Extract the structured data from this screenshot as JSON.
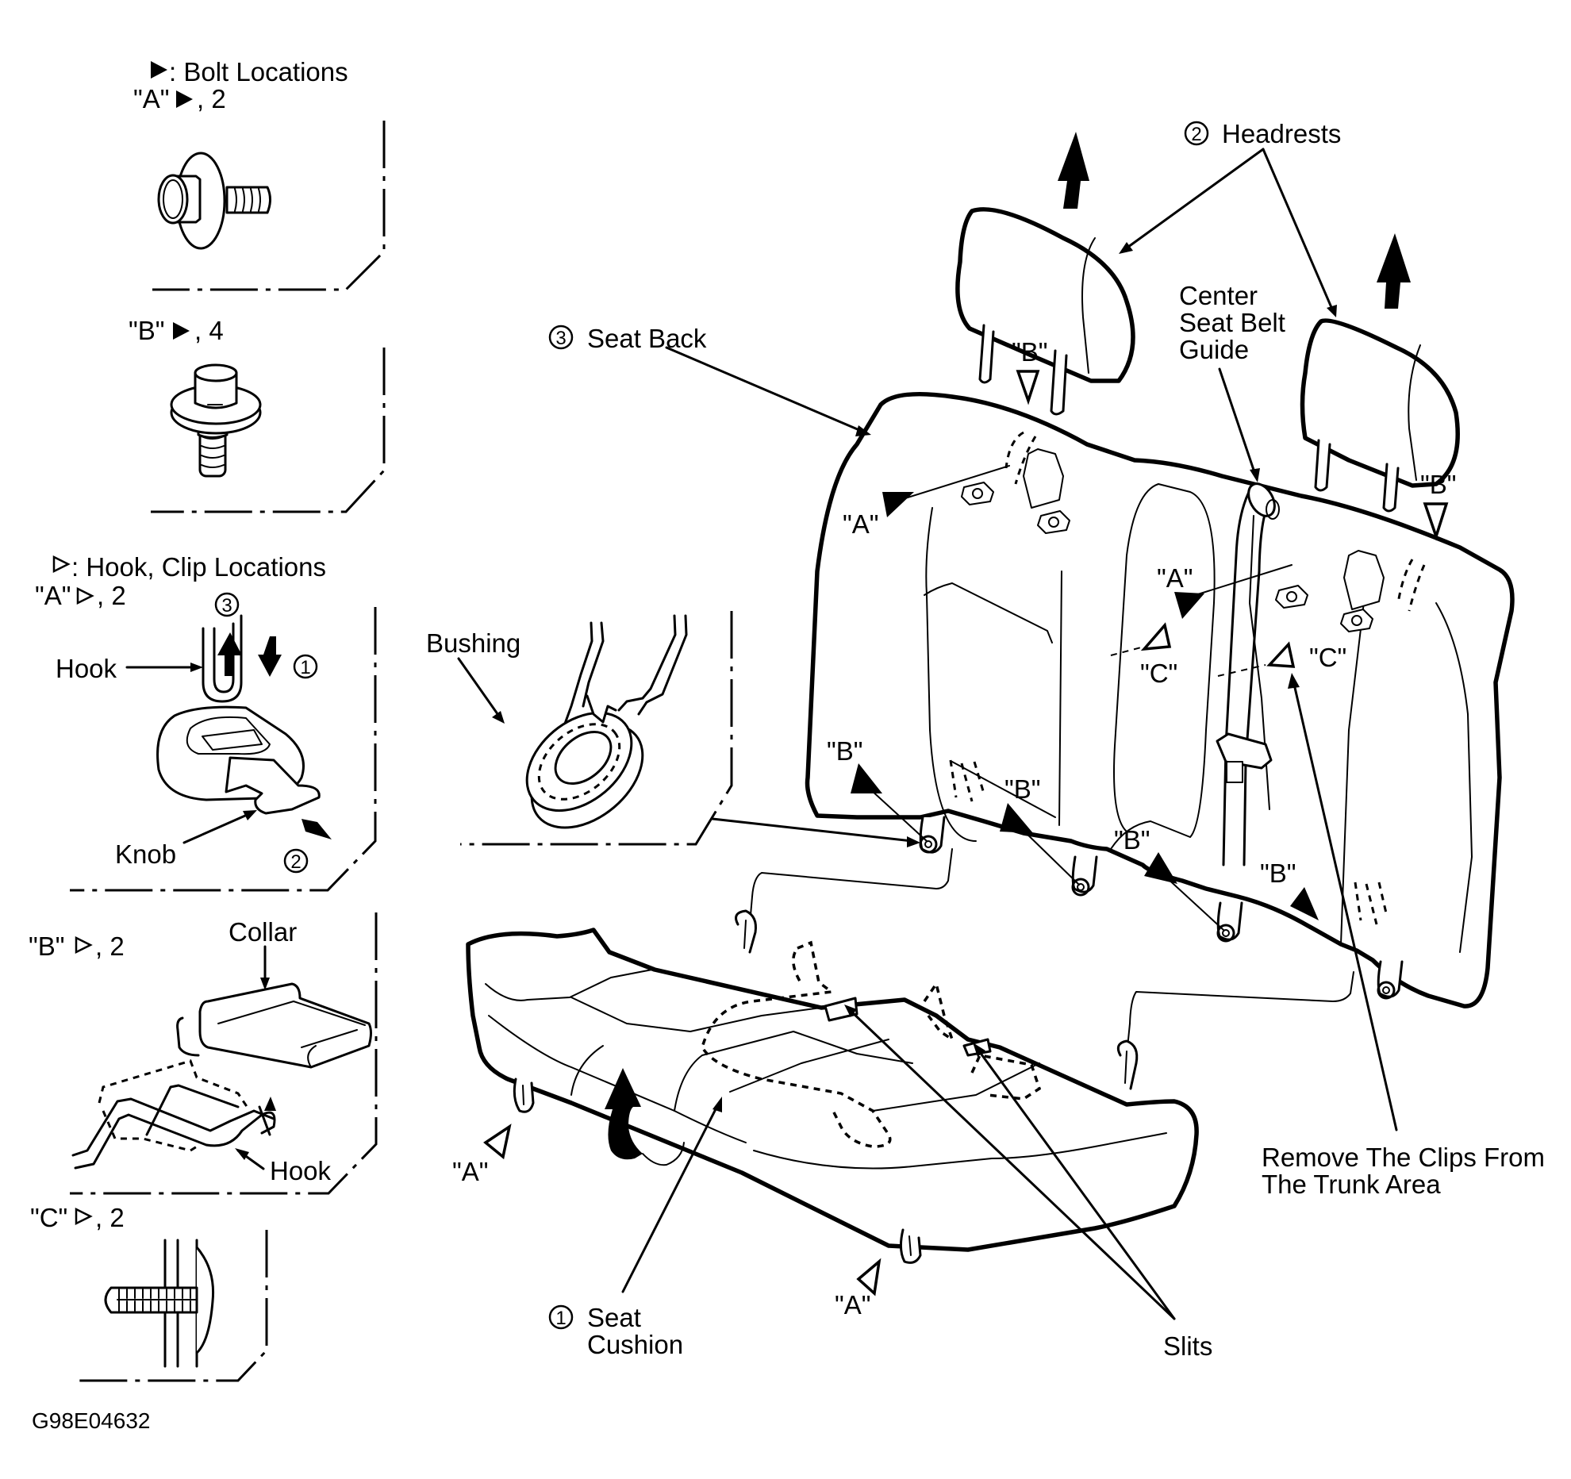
{
  "figure_code": "G98E04632",
  "legend": {
    "bolt": {
      "symbol": "solid-triangle",
      "title": ": Bolt Locations",
      "items": [
        {
          "id": "A",
          "label": "\"A\"",
          "count_text": ", 2"
        },
        {
          "id": "B",
          "label": "\"B\"",
          "count_text": ", 4"
        }
      ]
    },
    "hook_clip": {
      "symbol": "hollow-triangle",
      "title": ": Hook, Clip Locations",
      "items": [
        {
          "id": "A",
          "label": "\"A\"",
          "count_text": ", 2"
        },
        {
          "id": "B",
          "label": "\"B\"",
          "count_text": ", 2"
        },
        {
          "id": "C",
          "label": "\"C\"",
          "count_text": ", 2"
        }
      ]
    }
  },
  "insets": {
    "hook_clip_a": {
      "labels": {
        "hook": "Hook",
        "knob": "Knob"
      },
      "steps": [
        "1",
        "2",
        "3"
      ]
    },
    "hook_clip_b": {
      "labels": {
        "collar": "Collar",
        "hook": "Hook"
      }
    },
    "bushing": {
      "label": "Bushing"
    }
  },
  "parts": [
    {
      "number": "1",
      "name_lines": [
        "Seat",
        "Cushion"
      ]
    },
    {
      "number": "2",
      "name_lines": [
        "Headrests"
      ]
    },
    {
      "number": "3",
      "name_lines": [
        "Seat Back"
      ]
    }
  ],
  "callouts": {
    "center_belt_guide": [
      "Center",
      "Seat Belt",
      "Guide"
    ],
    "remove_clips": [
      "Remove The Clips From",
      "The Trunk Area"
    ],
    "slits": "Slits"
  },
  "location_markers": {
    "a": "\"A\"",
    "b": "\"B\"",
    "c": "\"C\""
  },
  "icons": {
    "solid_triangle": "▶",
    "hollow_triangle": "▷"
  }
}
